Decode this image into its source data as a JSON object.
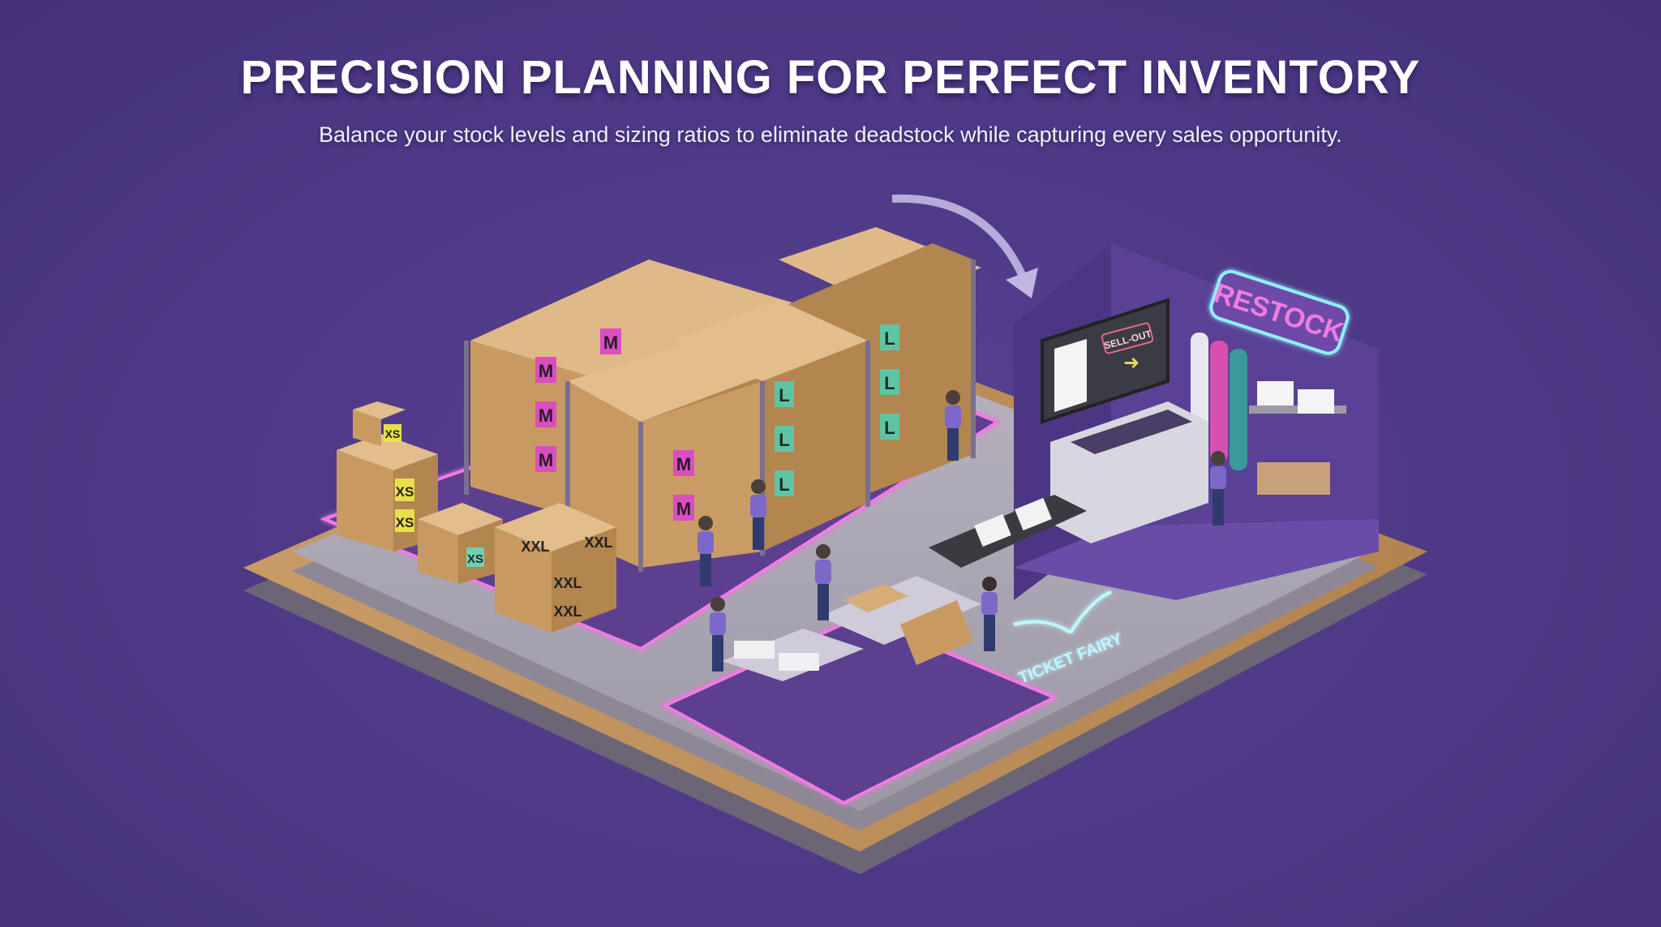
{
  "header": {
    "title": "PRECISION PLANNING FOR PERFECT INVENTORY",
    "subtitle": "Balance your stock levels and sizing ratios to eliminate deadstock while capturing every sales opportunity."
  },
  "scene": {
    "box_labels": {
      "xs": "XS",
      "m": "M",
      "l": "L",
      "xxl": "XXL"
    },
    "monitor_badge": "SELL-OUT",
    "neon_sign": "RESTOCK",
    "floor_logo": "TICKET FAIRY"
  },
  "colors": {
    "background": "#4f3a88",
    "neon_pink": "#f07be0",
    "neon_cyan": "#8ff0ff",
    "xs_label": "#e8e04a",
    "m_label": "#d94fc0",
    "l_label": "#5fc4a4",
    "cardboard": "#d6ac78"
  }
}
